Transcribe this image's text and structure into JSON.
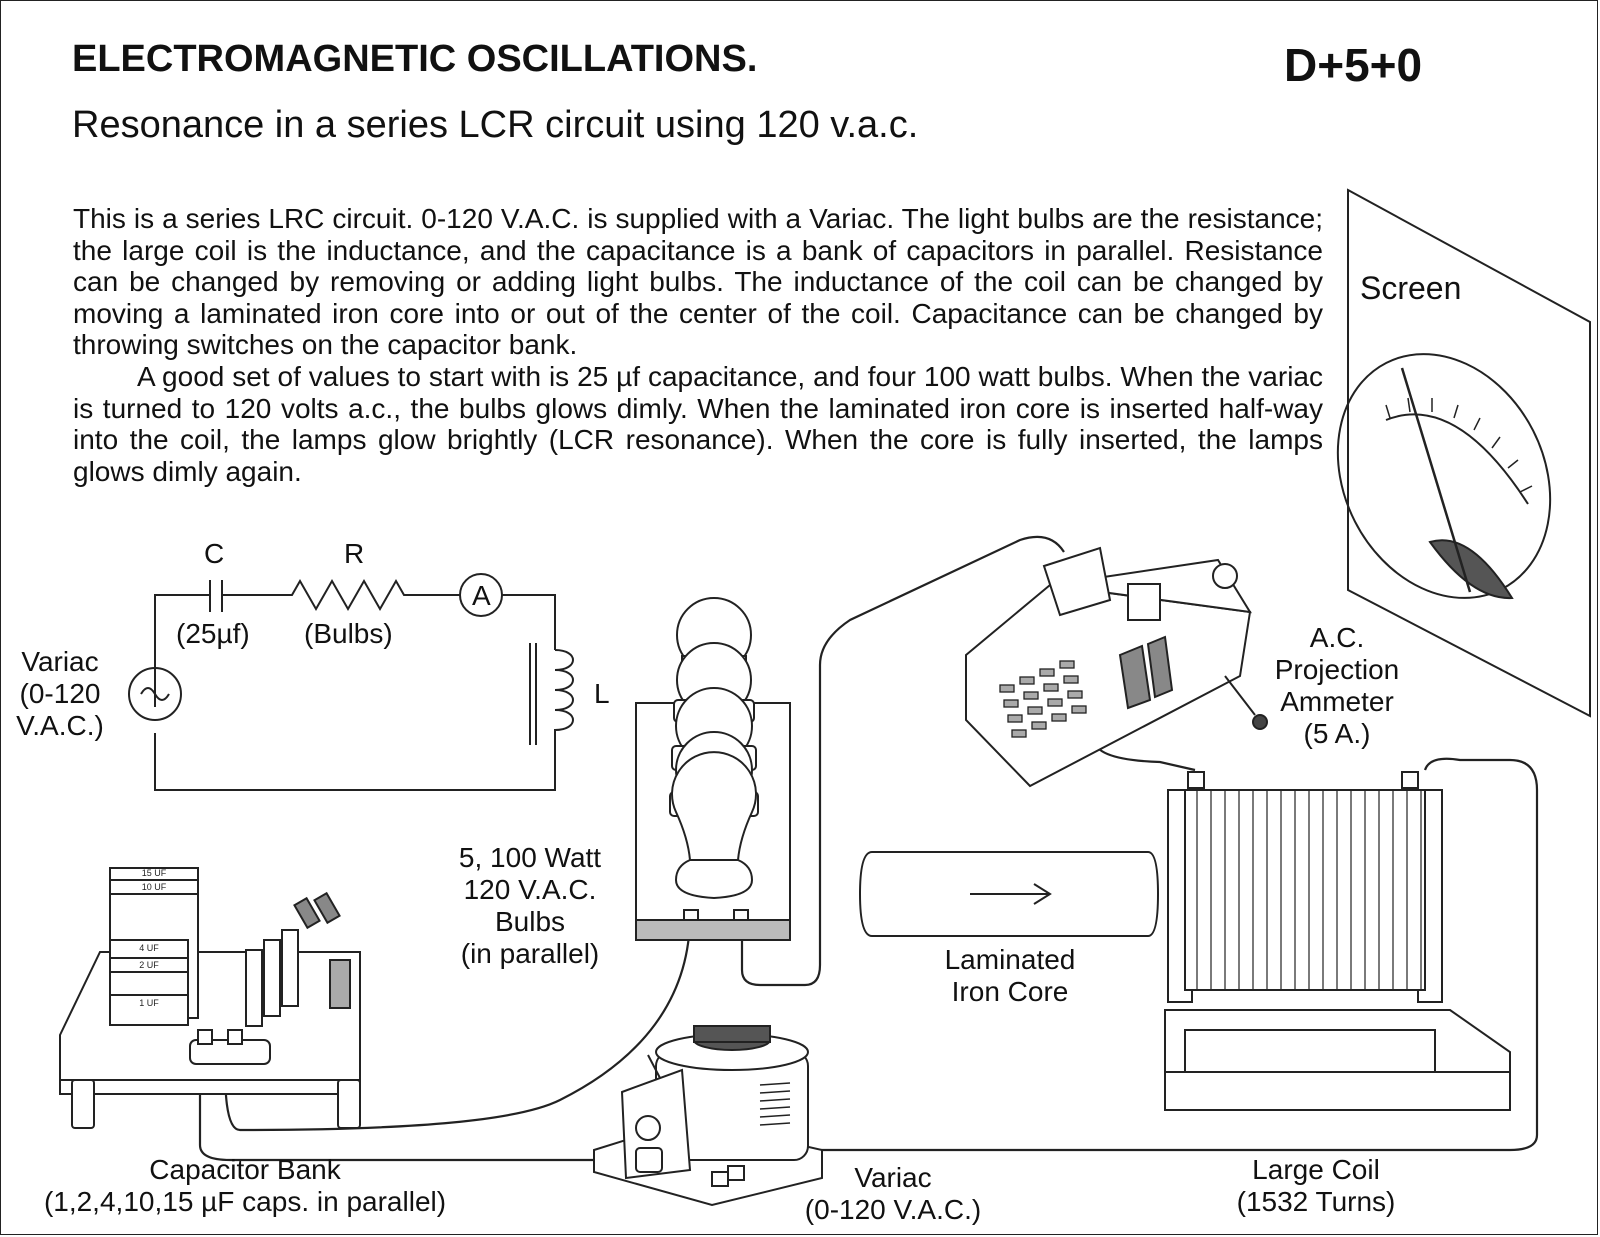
{
  "header": {
    "title": "ELECTROMAGNETIC OSCILLATIONS.",
    "code": "D+5+0",
    "subtitle": "Resonance in a series LCR circuit using 120 v.a.c."
  },
  "description": {
    "paragraph1": "This is a series LRC circuit.  0-120 V.A.C. is supplied with a Variac.  The light bulbs are the resistance; the large coil is the inductance, and the capacitance is a bank of capacitors in parallel. Resistance can be changed by removing or adding light bulbs. The inductance of the coil can be changed by moving a laminated iron core into or out of the center of the coil. Capacitance can be changed by throwing switches on the capacitor bank.",
    "paragraph2": "A good set of values to start with is 25 µf capacitance, and four 100 watt bulbs. When the variac is turned to 120 volts a.c., the bulbs glows dimly.  When the laminated iron core is inserted half-way into the coil, the lamps glow brightly (LCR resonance). When the core is fully inserted, the lamps glows dimly again."
  },
  "schematic": {
    "c_label": "C",
    "r_label": "R",
    "a_label": "A",
    "l_label": "L",
    "c_value": "(25µf)",
    "r_value": "(Bulbs)",
    "source_label": [
      "Variac",
      "(0-120",
      "V.A.C.)"
    ]
  },
  "labels": {
    "screen": "Screen",
    "ammeter": [
      "A.C.",
      "Projection",
      "Ammeter",
      "(5 A.)"
    ],
    "bulbs": [
      "5, 100 Watt",
      "120 V.A.C.",
      "Bulbs",
      "(in parallel)"
    ],
    "core": [
      "Laminated",
      "Iron Core"
    ],
    "capbank": [
      "Capacitor Bank",
      "(1,2,4,10,15 µF caps. in parallel)"
    ],
    "variac": [
      "Variac",
      "(0-120 V.A.C.)"
    ],
    "coil": [
      "Large Coil",
      "(1532 Turns)"
    ]
  },
  "capacitor_tags": [
    "15 UF",
    "10 UF",
    "4 UF",
    "2 UF",
    "1 UF"
  ]
}
